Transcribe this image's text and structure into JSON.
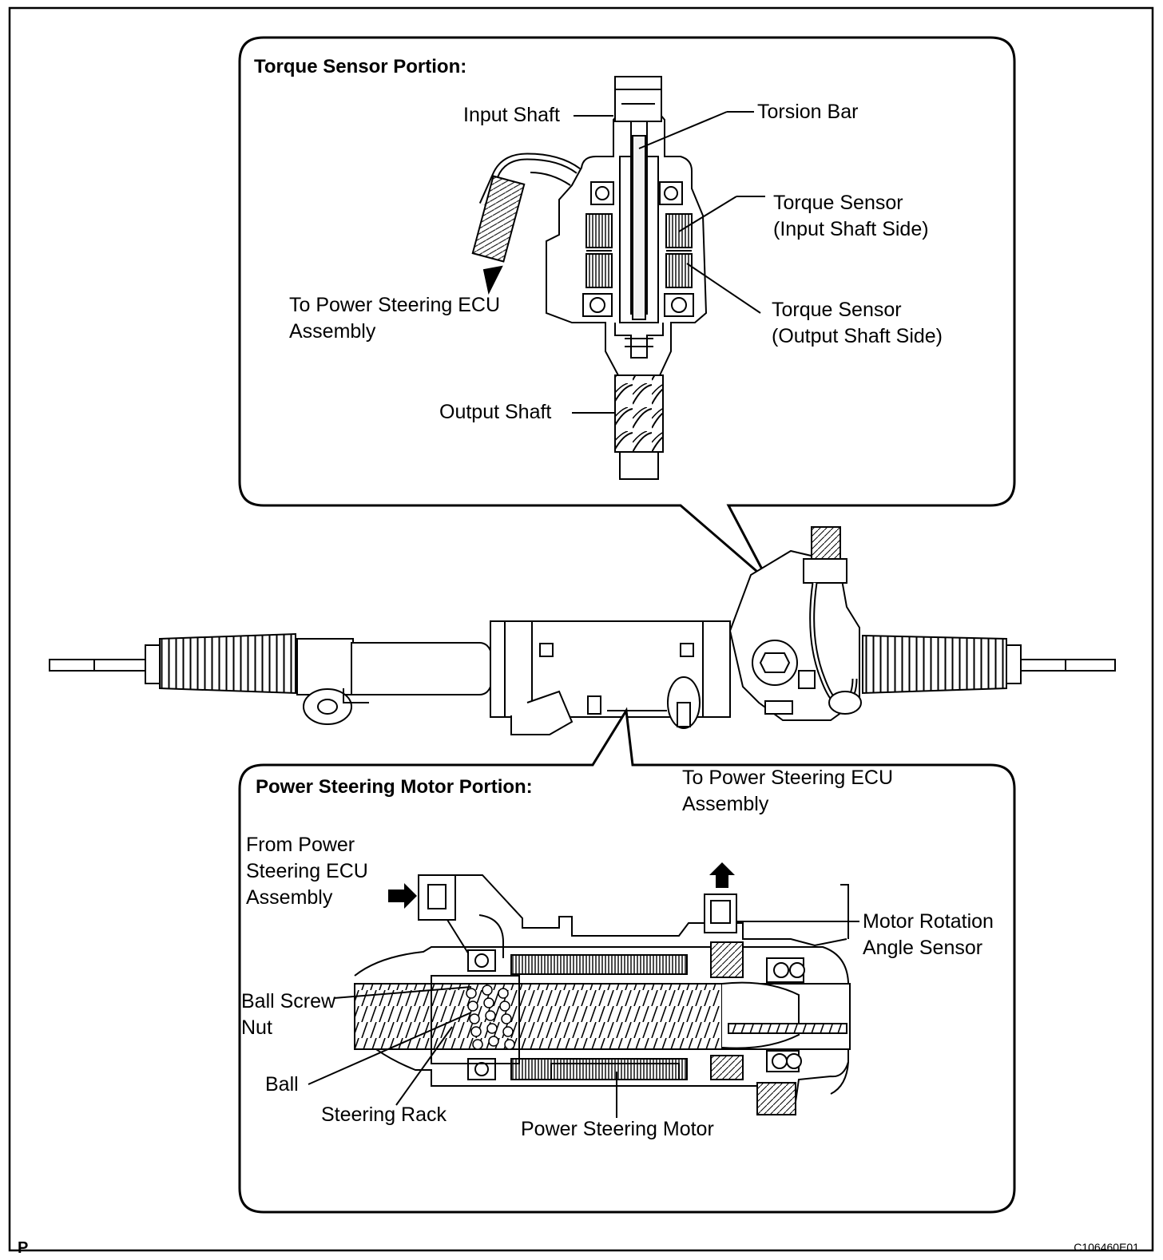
{
  "colors": {
    "ink": "#000000",
    "paper": "#ffffff",
    "shade": "#f2f2f2",
    "tint": "#d9d9d9"
  },
  "page": {
    "letter": "P",
    "figure_id": "C106460E01"
  },
  "torque_panel": {
    "title": "Torque Sensor Portion:",
    "labels": {
      "input_shaft": "Input Shaft",
      "torsion_bar": "Torsion Bar",
      "torque_sensor_input": "Torque Sensor\n(Input Shaft Side)",
      "torque_sensor_output": "Torque Sensor\n(Output Shaft Side)",
      "to_ecu": "To Power Steering ECU\nAssembly",
      "output_shaft": "Output Shaft"
    }
  },
  "motor_panel": {
    "title": "Power Steering Motor Portion:",
    "labels": {
      "to_ecu": "To Power Steering ECU\nAssembly",
      "from_ecu": "From Power\nSteering ECU\nAssembly",
      "motor_rotation_sensor": "Motor Rotation\nAngle Sensor",
      "ball_screw_nut": "Ball Screw\nNut",
      "ball": "Ball",
      "steering_rack": "Steering Rack",
      "power_steering_motor": "Power Steering Motor"
    }
  }
}
